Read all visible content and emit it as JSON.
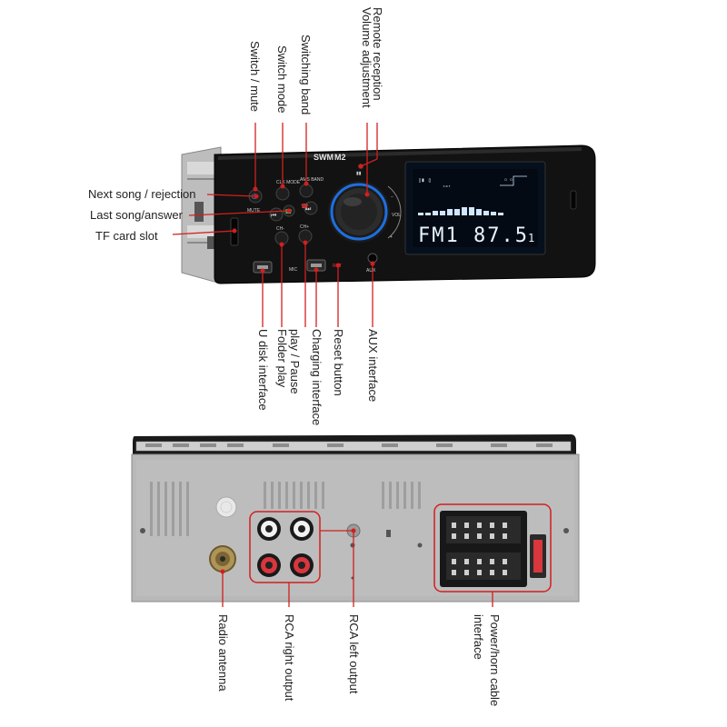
{
  "front_unit": {
    "brand": "SWM",
    "model": "M2",
    "display_text": "FM1 87.5",
    "display_digit": "1",
    "button_texts": {
      "clk_mode": "CLK MODE",
      "ams_band": "AMS BAND",
      "mute": "MUTE",
      "ch_minus": "CH-",
      "ch_plus": "CH+",
      "mic": "MIC",
      "aux": "AUX",
      "vol": "VOL",
      "rst": "RST"
    }
  },
  "front_labels": {
    "switch_mute": "Switch / mute",
    "switch_mode": "Switch mode",
    "switching_band": "Switching band",
    "volume_adjustment": "Volume adjustment",
    "remote_reception": "Remote reception",
    "next_song": "Next song / rejection",
    "last_song": "Last song/answer",
    "tf_card": "TF card slot",
    "u_disk": "U disk interface",
    "folder_play": "Folder play",
    "play_pause": "play / Pause",
    "charging": "Charging interface",
    "reset": "Reset button",
    "aux_interface": "AUX interface"
  },
  "back_labels": {
    "radio_antenna": "Radio antenna",
    "rca_right": "RCA right output",
    "rca_left": "RCA left output",
    "power_line1": "Power/horn cable",
    "power_line2": "interface"
  },
  "colors": {
    "leader": "#d21f1f",
    "unit_black": "#121212",
    "panel_grey": "#b8b8b8",
    "lcd_bg": "#06101c"
  }
}
